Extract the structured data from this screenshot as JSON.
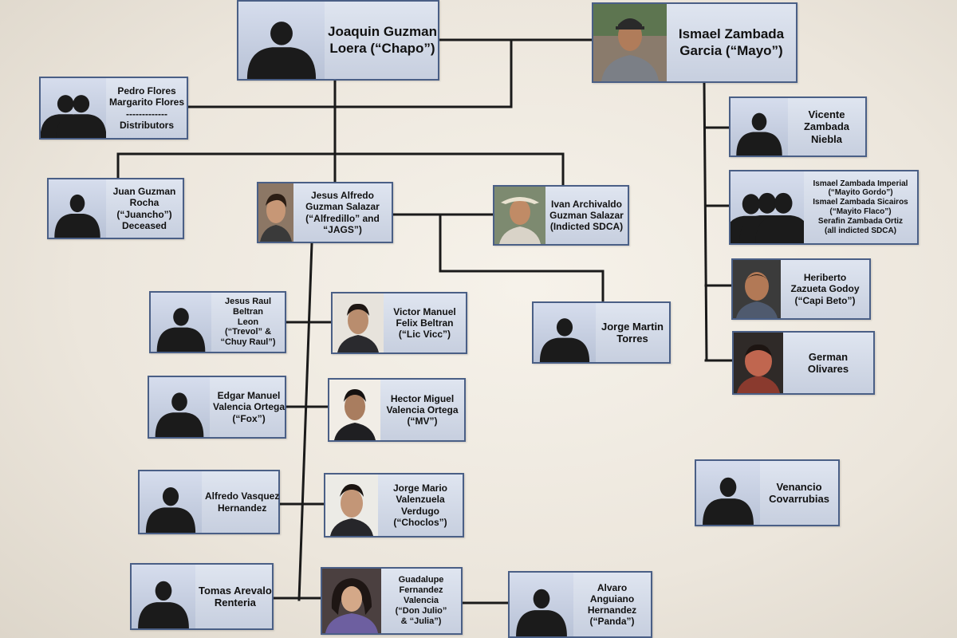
{
  "cards": {
    "chapo": [
      "Joaquin Guzman",
      "Loera (“Chapo”)"
    ],
    "mayo": [
      "Ismael Zambada",
      "Garcia (“Mayo”)"
    ],
    "flores": [
      "Pedro Flores",
      "Margarito Flores",
      "-------------",
      "Distributors"
    ],
    "vicente": [
      "Vicente",
      "Zambada",
      "Niebla"
    ],
    "juan": [
      "Juan Guzman",
      "Rocha",
      "(“Juancho”)",
      "Deceased"
    ],
    "alfredillo": [
      "Jesus Alfredo",
      "Guzman Salazar",
      "(“Alfredillo” and",
      "“JAGS”)"
    ],
    "ivan": [
      "Ivan Archivaldo",
      "Guzman Salazar",
      "(Indicted SDCA)"
    ],
    "zambada_sons": [
      "Ismael Zambada Imperial",
      "(“Mayito Gordo”)",
      "Ismael Zambada Sicairos",
      "(“Mayito Flaco”)",
      "Serafin Zambada Ortiz",
      "(all indicted SDCA)"
    ],
    "heriberto": [
      "Heriberto",
      "Zazueta Godoy",
      "(“Capi Beto”)"
    ],
    "jesus_raul": [
      "Jesus Raul",
      "Beltran",
      "Leon",
      "(“Trevol” &",
      "“Chuy Raul”)"
    ],
    "victor": [
      "Victor Manuel",
      "Felix Beltran",
      "(“Lic Vicc”)"
    ],
    "jorge_martin": [
      "Jorge Martin",
      "Torres"
    ],
    "german": [
      "German",
      "Olivares"
    ],
    "edgar": [
      "Edgar Manuel",
      "Valencia Ortega",
      "(“Fox”)"
    ],
    "hector": [
      "Hector Miguel",
      "Valencia Ortega",
      "(“MV”)"
    ],
    "venancio": [
      "Venancio",
      "Covarrubias"
    ],
    "alfredo_vasquez": [
      "Alfredo Vasquez",
      "Hernandez"
    ],
    "jorge_mario": [
      "Jorge Mario",
      "Valenzuela",
      "Verdugo",
      "(“Choclos”)"
    ],
    "tomas": [
      "Tomas Arevalo",
      "Renteria"
    ],
    "guadalupe": [
      "Guadalupe",
      "Fernandez",
      "Valencia",
      "(“Don Julio”",
      "& “Julia”)"
    ],
    "alvaro": [
      "Alvaro",
      "Anguiano",
      "Hernandez",
      "(“Panda”)"
    ]
  },
  "colors": {
    "card_border": "#4a5f86",
    "card_fill": "#d3dae8",
    "silhouette": "#1b1b1b",
    "connector": "#1a1a1a"
  }
}
